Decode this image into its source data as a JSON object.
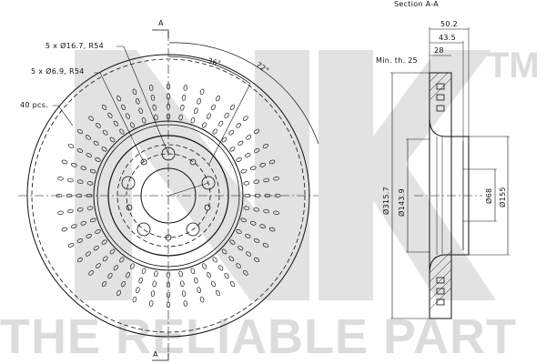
{
  "watermark": {
    "brand": "NK",
    "trademark": "TM",
    "tagline": "THE RELIABLE PART",
    "color": "#dcdcdc"
  },
  "front_view": {
    "section_marker_top": "A",
    "section_marker_bottom": "A",
    "callouts": {
      "bolt_holes": "5 x Ø16.7, R54",
      "small_holes": "5 x Ø6.9, R54",
      "vent_holes": "40 pcs."
    },
    "angles": {
      "inner": "36°",
      "outer": "72°"
    }
  },
  "section_view": {
    "title": "Section A-A",
    "widths": {
      "total": "50.2",
      "hub": "43.5",
      "disc": "28"
    },
    "min_thickness": "Min. th. 25",
    "diameters": {
      "outer": "Ø315.7",
      "hub_outer": "Ø143.9",
      "center_bore": "Ø68",
      "hat": "Ø155"
    }
  }
}
